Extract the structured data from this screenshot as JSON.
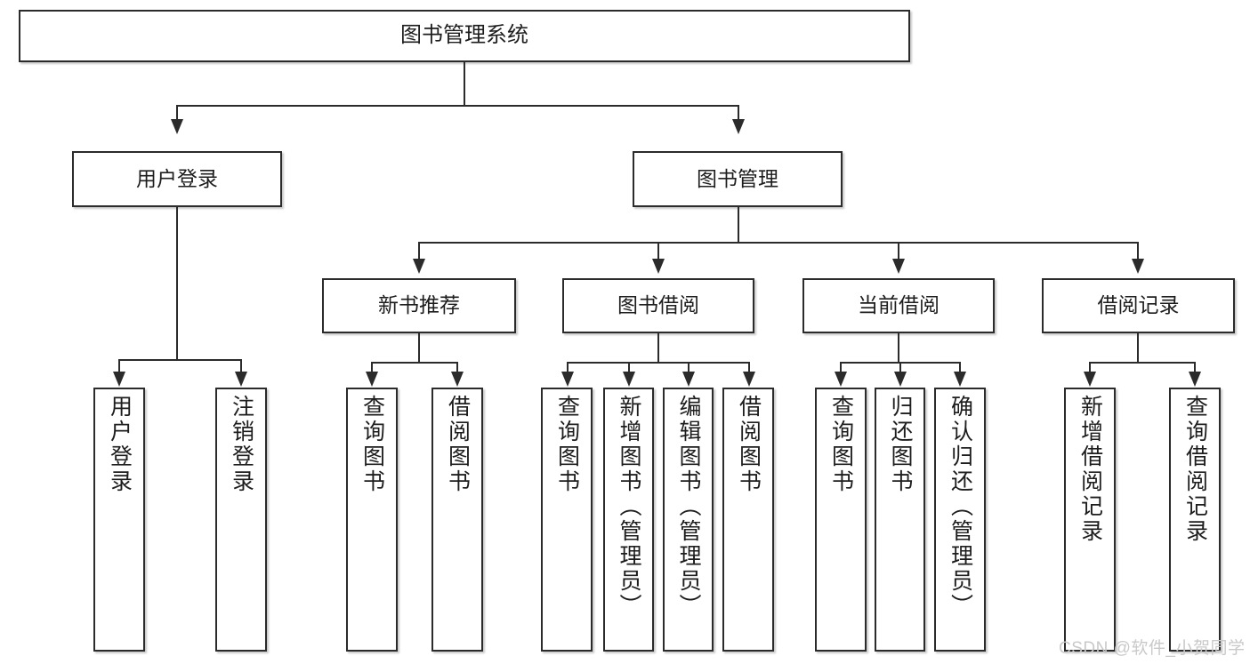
{
  "diagram": {
    "type": "tree-hierarchy-chart",
    "title": "图书管理系统",
    "orientation": "top-down",
    "colors": {
      "stroke": "#2b2b2b",
      "fill": "#ffffff",
      "text": "#1d1d1d",
      "watermark": "#c9c9c9"
    },
    "levels": {
      "level0_label": "图书管理系统",
      "level1": [
        {
          "id": "user-login",
          "label": "用户登录"
        },
        {
          "id": "book-management",
          "label": "图书管理"
        }
      ],
      "level2": [
        {
          "id": "new-book-recommend",
          "label": "新书推荐"
        },
        {
          "id": "book-borrow",
          "label": "图书借阅"
        },
        {
          "id": "current-borrow",
          "label": "当前借阅"
        },
        {
          "id": "borrow-record",
          "label": "借阅记录"
        }
      ],
      "level3": {
        "user-login": [
          {
            "id": "leaf-user-login",
            "label": "用户登录"
          },
          {
            "id": "leaf-logout-login",
            "label": "注销登录"
          }
        ],
        "new-book-recommend": [
          {
            "id": "leaf-query-book-1",
            "label": "查询图书"
          },
          {
            "id": "leaf-borrow-book-1",
            "label": "借阅图书"
          }
        ],
        "book-borrow": [
          {
            "id": "leaf-query-book-2",
            "label": "查询图书"
          },
          {
            "id": "leaf-add-book",
            "label": "新增图书（管理员）"
          },
          {
            "id": "leaf-edit-book",
            "label": "编辑图书（管理员）"
          },
          {
            "id": "leaf-borrow-book-2",
            "label": "借阅图书"
          }
        ],
        "current-borrow": [
          {
            "id": "leaf-query-book-3",
            "label": "查询图书"
          },
          {
            "id": "leaf-return-book",
            "label": "归还图书"
          },
          {
            "id": "leaf-confirm-return",
            "label": "确认归还（管理员）"
          }
        ],
        "borrow-record": [
          {
            "id": "leaf-add-record",
            "label": "新增借阅记录"
          },
          {
            "id": "leaf-query-record",
            "label": "查询借阅记录"
          }
        ]
      }
    }
  },
  "watermark": {
    "text": "CSDN @软件_小贺同学"
  }
}
